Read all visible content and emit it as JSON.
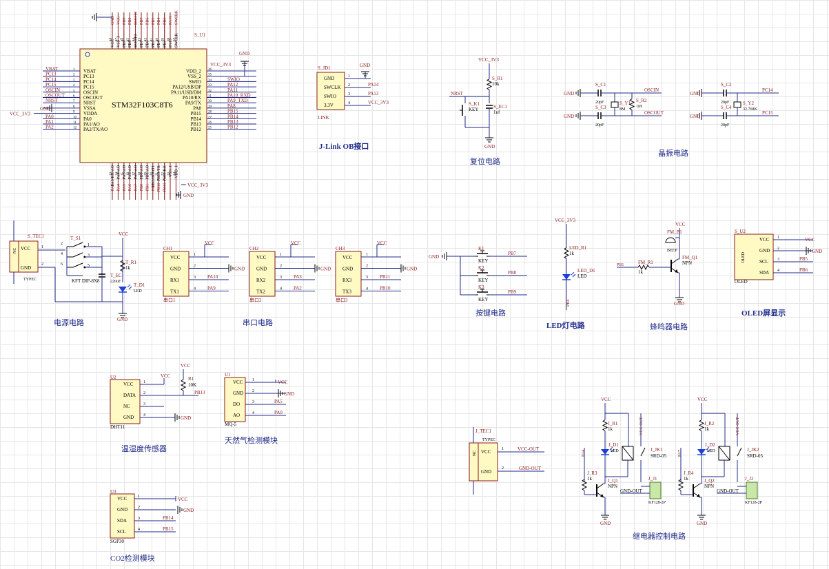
{
  "colors": {
    "wire": "#1f2a8a",
    "part": "#8b1a1a",
    "body": "#fff9c4",
    "title": "#1f2a8a",
    "net": "#8b1a1a",
    "led": "#1d3fd6",
    "conn": "#c9e7a8"
  },
  "mcu": {
    "ref": "S_U1",
    "name": "STM32F103C8T6",
    "top": [
      [
        "48",
        "VCC"
      ],
      [
        "47",
        "VSS_3"
      ],
      [
        "46",
        "PB9"
      ],
      [
        "45",
        "PB8"
      ],
      [
        "44",
        "BOOT0"
      ],
      [
        "43",
        "PB7"
      ],
      [
        "42",
        "PB6"
      ],
      [
        "41",
        "PB5"
      ],
      [
        "40",
        "PB4"
      ],
      [
        "39",
        "PB3"
      ],
      [
        "38",
        "PA15"
      ],
      [
        "37",
        "SWCLK"
      ]
    ],
    "top_nets": [
      "GND",
      "VCC",
      "PB9",
      "PB8",
      "BOOT0",
      "PB7",
      "PB6",
      "PB5",
      "PB4",
      "PB3",
      "PA15",
      "SWCLK"
    ],
    "left": [
      [
        "1",
        "VBAT"
      ],
      [
        "2",
        "PC13"
      ],
      [
        "3",
        "PC14"
      ],
      [
        "4",
        "PC15"
      ],
      [
        "5",
        "OSCIN"
      ],
      [
        "6",
        "OSCOUT"
      ],
      [
        "7",
        "NRST"
      ],
      [
        "8",
        "VSSA"
      ],
      [
        "9",
        "VDDA"
      ],
      [
        "10",
        "PA0"
      ],
      [
        "11",
        "PA1/AO"
      ],
      [
        "12",
        "PA2/TX/AO"
      ]
    ],
    "left_nets": [
      "VBAT",
      "PC13",
      "PC14",
      "PC15",
      "OSCIN",
      "OSCOUT",
      "NRST",
      "GND",
      "VCC_3V3",
      "PA0",
      "PA1",
      "PA2"
    ],
    "right": [
      [
        "36",
        "VDD_2"
      ],
      [
        "35",
        "VSS_2"
      ],
      [
        "34",
        "SWIO"
      ],
      [
        "33",
        "PA12/USB/DP"
      ],
      [
        "32",
        "PA11/USB/DM"
      ],
      [
        "31",
        "PA10/RX"
      ],
      [
        "30",
        "PA9/TX"
      ],
      [
        "29",
        "PA8"
      ],
      [
        "28",
        "PB15"
      ],
      [
        "27",
        "PB14"
      ],
      [
        "26",
        "PB13"
      ],
      [
        "25",
        "PB12"
      ]
    ],
    "right_nets": [
      "VCC_3V3",
      "GND",
      "SWIO",
      "PA12",
      "PA11",
      "PA10_RXD",
      "PA9_TXD",
      "PA8",
      "PB15",
      "PB14",
      "PB13",
      "PB12"
    ],
    "bottom": [
      [
        "13",
        "PA3/RX/AO"
      ],
      [
        "14",
        "PA4/AO"
      ],
      [
        "15",
        "PA5/AO"
      ],
      [
        "16",
        "PA6/AO"
      ],
      [
        "17",
        "PA7/AO"
      ],
      [
        "18",
        "PB0/AO"
      ],
      [
        "19",
        "PB1/AO"
      ],
      [
        "20",
        "PB2/BOOT1"
      ],
      [
        "21",
        "PB10/TX"
      ],
      [
        "22",
        "PB11/RX"
      ],
      [
        "23",
        "VSS_1"
      ],
      [
        "24",
        "VDD_1"
      ]
    ],
    "bottom_nets": [
      "PA3",
      "PA4",
      "PA5",
      "PA6",
      "PA7",
      "PB0",
      "PB1",
      "PB2",
      "PB10",
      "PB11",
      "GND",
      "VCC_3V3"
    ]
  },
  "jlink": {
    "ref": "S_JD1",
    "name": "LINK",
    "title": "J-Link OB接口",
    "pins": [
      [
        "1",
        "GND"
      ],
      [
        "2",
        "SWCLK"
      ],
      [
        "3",
        "SWIO"
      ],
      [
        "4",
        "3.3V"
      ]
    ],
    "nets": [
      "GND",
      "PA14",
      "PA13",
      "VCC_3V3"
    ]
  },
  "reset": {
    "title": "复位电路",
    "vcc": "VCC_3V3",
    "r_ref": "S_R1",
    "r_val": "10k",
    "net": "NRST",
    "key_ref": "S_K1",
    "key_val": "KEY",
    "c_ref": "S_EC1",
    "c_val": "1uf",
    "gnd": "GND"
  },
  "crystal": {
    "title": "晶振电路",
    "gnd": "GND",
    "c1": {
      "ref": "S_C1",
      "val": "20pF"
    },
    "c3": {
      "ref": "S_C3",
      "val": "20pF"
    },
    "y1": {
      "ref": "S_Y1",
      "val": "8M"
    },
    "r2": {
      "ref": "S_R2",
      "val": "1M"
    },
    "c2": {
      "ref": "S_C2",
      "val": "20pF"
    },
    "c4": {
      "ref": "S_C4",
      "val": "20pF"
    },
    "y2": {
      "ref": "S_Y2",
      "val": "32.768K"
    },
    "n1": "OSCIN",
    "n2": "OSCOUT",
    "n3": "PC14",
    "n4": "PC15"
  },
  "power": {
    "title": "电源电路",
    "typec_ref": "S_TEC1",
    "typec_name": "TYPEC",
    "p_nc": "NC",
    "p_vcc": "VCC",
    "p_gnd": "GND",
    "pin1": "1",
    "pin2": "2",
    "sw_ref": "T_S1",
    "sw_name": "KFT DIP-8X8",
    "sw_pins": [
      "1",
      "2",
      "3",
      "4",
      "5",
      "6"
    ],
    "vcc": "VCC",
    "gnd": "GND",
    "r_ref": "T_R1",
    "r_val": "1k",
    "c_ref": "T_EC",
    "c_val": "220uF",
    "led_ref": "T_D1",
    "led_val": "LED"
  },
  "serial": {
    "title": "串口电路",
    "ports": [
      {
        "ref": "CH1",
        "name": "串口1",
        "pins": [
          [
            "VCC",
            "1"
          ],
          [
            "GND",
            "2"
          ],
          [
            "RX1",
            "3"
          ],
          [
            "TX1",
            "4"
          ]
        ],
        "nets": [
          "VCC",
          "GND",
          "PA10",
          "PA9"
        ]
      },
      {
        "ref": "CH2",
        "name": "串口2",
        "pins": [
          [
            "VCC",
            "1"
          ],
          [
            "GND",
            "2"
          ],
          [
            "RX2",
            "3"
          ],
          [
            "TX2",
            "4"
          ]
        ],
        "nets": [
          "VCC",
          "GND",
          "PA3",
          "PA2"
        ]
      },
      {
        "ref": "CH3",
        "name": "串口3",
        "pins": [
          [
            "VCC",
            "1"
          ],
          [
            "GND",
            "2"
          ],
          [
            "RX3",
            "3"
          ],
          [
            "TX3",
            "4"
          ]
        ],
        "nets": [
          "VCC",
          "GND",
          "PB11",
          "PB10"
        ]
      }
    ]
  },
  "keys": {
    "title": "按键电路",
    "gnd": "GND",
    "items": [
      {
        "ref": "K1",
        "val": "KEY",
        "net": "PB7"
      },
      {
        "ref": "K2",
        "val": "KEY",
        "net": "PB8"
      },
      {
        "ref": "K3",
        "val": "KEY",
        "net": "PB9"
      }
    ]
  },
  "led": {
    "title": "LED灯电路",
    "vcc": "VCC_3V3",
    "r_ref": "LED_R1",
    "r_val": "1k",
    "d_ref": "LED_D1",
    "d_val": "LED",
    "net": "PB4"
  },
  "buzzer": {
    "title": "蜂鸣器电路",
    "vcc": "VCC",
    "bz_ref": "FM_B1",
    "bz_val": "BEEP",
    "q_ref": "FM_Q1",
    "q_val": "NPN",
    "r_ref": "FM_R1",
    "r_val": "1k",
    "net": "PB1",
    "gnd": "GND"
  },
  "oled": {
    "title": "OLED屏显示",
    "ref": "S_U2",
    "name": "OLED",
    "body": "OLED",
    "pins": [
      [
        "VCC",
        "1"
      ],
      [
        "GND",
        "2"
      ],
      [
        "SCL",
        "3"
      ],
      [
        "SDA",
        "4"
      ]
    ],
    "nets": [
      "VCC",
      "GND",
      "PB5",
      "PB6"
    ]
  },
  "dht": {
    "title": "温湿度传感器",
    "ref": "U2",
    "name": "DHT11",
    "pins": [
      [
        "VCC",
        "1"
      ],
      [
        "DATA",
        "2"
      ],
      [
        "NC",
        "3"
      ],
      [
        "GND",
        "4"
      ]
    ],
    "nets": [
      "VCC",
      "PB13",
      "GND"
    ],
    "r_ref": "R1",
    "r_val": "10K",
    "vcc": "VCC"
  },
  "mq": {
    "title": "天然气检测模块",
    "ref": "U1",
    "name": "MQ-5",
    "pins": [
      [
        "VCC",
        "1"
      ],
      [
        "GND",
        "2"
      ],
      [
        "DO",
        "3"
      ],
      [
        "AO",
        "4"
      ]
    ],
    "nets": [
      "VCC",
      "GND",
      "PA5",
      "PA0"
    ]
  },
  "sgp": {
    "title": "CO2检测模块",
    "ref": "U3",
    "name": "SGP30",
    "pins": [
      [
        "VCC",
        "1"
      ],
      [
        "GND",
        "2"
      ],
      [
        "SDA",
        "3"
      ],
      [
        "SCL",
        "4"
      ]
    ],
    "nets": [
      "VCC",
      "GND",
      "PB14",
      "PB15"
    ]
  },
  "typec2": {
    "ref": "J_TEC1",
    "name": "TYPEC",
    "p_nc": "NC",
    "p_vcc": "VCC",
    "p_gnd": "GND",
    "pin1": "1",
    "pin2": "2",
    "net1": "VCC-OUT",
    "net2": "GND-OUT"
  },
  "relay": {
    "title": "继电器控制电路",
    "channels": [
      {
        "vcc": "VCC",
        "vout": "VCC-OUT",
        "r1_ref": "J_R1",
        "r1_val": "1k",
        "d_ref": "J_D1",
        "d_val": "LED",
        "jk_ref": "J_JK1",
        "jk_val": "SRD-05",
        "r3_ref": "J_R3",
        "r3_val": "1k",
        "q_ref": "J_Q1",
        "q_val": "NPN",
        "net": "PA4",
        "gout": "GND-OUT",
        "j_ref": "J_J1",
        "j_val": "KF128-2P",
        "gnd": "GND"
      },
      {
        "vcc": "VCC",
        "vout": "VCC-OUT",
        "r1_ref": "J_R2",
        "r1_val": "1k",
        "d_ref": "J_D2",
        "d_val": "LED",
        "jk_ref": "J_JK2",
        "jk_val": "SRD-05",
        "r3_ref": "J_R4",
        "r3_val": "1k",
        "q_ref": "J_Q2",
        "q_val": "NPN",
        "net": "PA7",
        "gout": "GND-OUT",
        "j_ref": "J_J2",
        "j_val": "KF128-2P",
        "gnd": "GND"
      }
    ]
  }
}
